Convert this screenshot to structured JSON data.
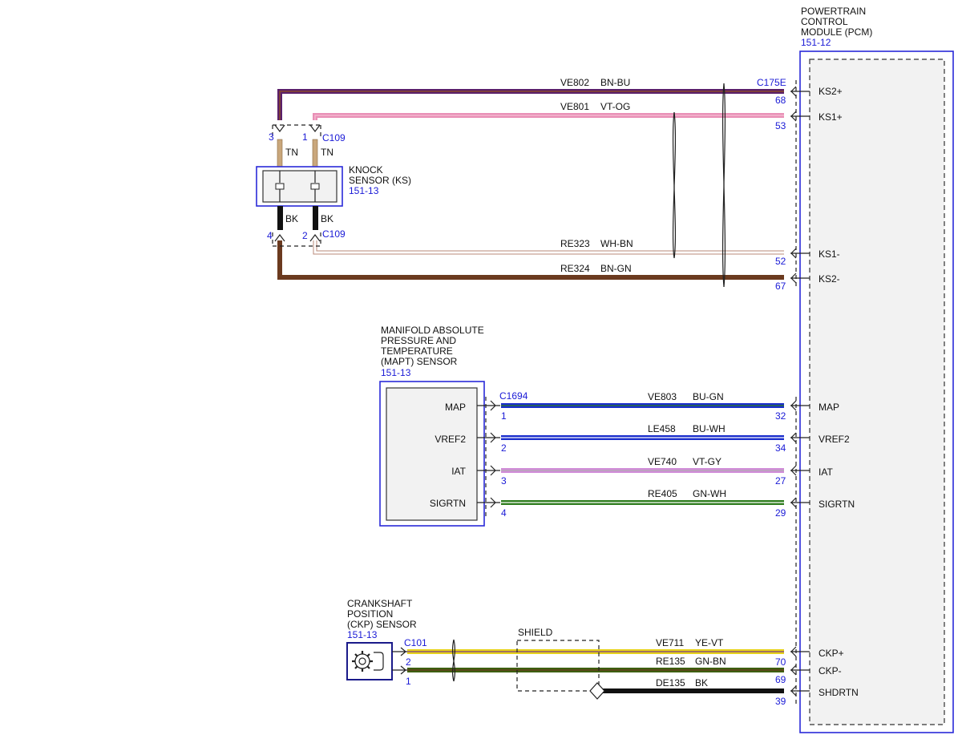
{
  "pcm": {
    "title_line1": "POWERTRAIN",
    "title_line2": "CONTROL",
    "title_line3": "MODULE (PCM)",
    "ref": "151-12",
    "connector_top": "C175E",
    "pins": [
      {
        "label": "KS2+",
        "num": "68"
      },
      {
        "label": "KS1+",
        "num": "53"
      },
      {
        "label": "KS1-",
        "num": "52"
      },
      {
        "label": "KS2-",
        "num": "67"
      },
      {
        "label": "MAP",
        "num": "32"
      },
      {
        "label": "VREF2",
        "num": "34"
      },
      {
        "label": "IAT",
        "num": "27"
      },
      {
        "label": "SIGRTN",
        "num": "29"
      },
      {
        "label": "CKP+",
        "num": "70"
      },
      {
        "label": "CKP-",
        "num": "69"
      },
      {
        "label": "SHDRTN",
        "num": "39"
      }
    ]
  },
  "knock_sensor": {
    "title_line1": "KNOCK",
    "title_line2": "SENSOR (KS)",
    "ref": "151-13",
    "connector_top": "C109",
    "connector_bottom": "C109",
    "pin_top_left": "3",
    "pin_top_right": "1",
    "pin_bottom_left": "4",
    "pin_bottom_right": "2",
    "color_top_left": "TN",
    "color_top_right": "TN",
    "color_bottom_left": "BK",
    "color_bottom_right": "BK"
  },
  "mapt_sensor": {
    "title_line1": "MANIFOLD ABSOLUTE",
    "title_line2": "PRESSURE AND",
    "title_line3": "TEMPERATURE",
    "title_line4": "(MAPT) SENSOR",
    "ref": "151-13",
    "connector": "C1694",
    "pins": [
      {
        "label": "MAP",
        "num": "1"
      },
      {
        "label": "VREF2",
        "num": "2"
      },
      {
        "label": "IAT",
        "num": "3"
      },
      {
        "label": "SIGRTN",
        "num": "4"
      }
    ]
  },
  "ckp_sensor": {
    "title_line1": "CRANKSHAFT",
    "title_line2": "POSITION",
    "title_line3": "(CKP) SENSOR",
    "ref": "151-13",
    "connector": "C101",
    "pin_a": "2",
    "pin_b": "1"
  },
  "shield_label": "SHIELD",
  "wires": [
    {
      "circuit": "VE802",
      "color": "BN-BU"
    },
    {
      "circuit": "VE801",
      "color": "VT-OG"
    },
    {
      "circuit": "RE323",
      "color": "WH-BN"
    },
    {
      "circuit": "RE324",
      "color": "BN-GN"
    },
    {
      "circuit": "VE803",
      "color": "BU-GN"
    },
    {
      "circuit": "LE458",
      "color": "BU-WH"
    },
    {
      "circuit": "VE740",
      "color": "VT-GY"
    },
    {
      "circuit": "RE405",
      "color": "GN-WH"
    },
    {
      "circuit": "VE711",
      "color": "YE-VT"
    },
    {
      "circuit": "RE135",
      "color": "GN-BN"
    },
    {
      "circuit": "DE135",
      "color": "BK"
    }
  ],
  "colors": {
    "brown": "#6b3a1f",
    "purple": "#5a1f6a",
    "pink": "#e98fb6",
    "blue": "#1a2ecc",
    "violet_gray": "#d08cd8",
    "green": "#2f7d1f",
    "yellow": "#e6d21a",
    "olive_green": "#3e5f10",
    "black": "#111111",
    "tan": "#c9a77c",
    "frame_blue": "#2a2ad8"
  }
}
